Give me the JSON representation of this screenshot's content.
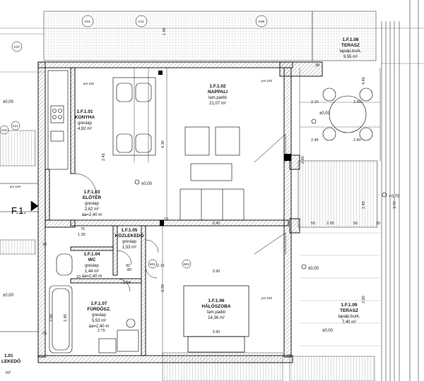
{
  "rooms": {
    "konyha": {
      "code": "1.F.1.01",
      "name": "KONYHA",
      "floor": "greslap",
      "area": "4,92 m²"
    },
    "nappali": {
      "code": "1.F.1.02",
      "name": "NAPPALI",
      "floor": "lam.padló",
      "area": "21,07 m²"
    },
    "eloter": {
      "code": "1.F.1.03",
      "name": "ELŐTÉR",
      "floor": "greslap",
      "area": "2,62 m²",
      "height": "áa=2,40 m"
    },
    "wc": {
      "code": "1.F.1.04",
      "name": "WC",
      "floor": "greslap",
      "area": "1,44 m²",
      "height": "áa=2,40 m"
    },
    "kozl": {
      "code": "1.F.1.05",
      "name": "KÖZLEKEDŐ",
      "floor": "greslap",
      "area": "1,53 m²"
    },
    "haloszoba": {
      "code": "1.F.1.06",
      "name": "HÁLÓSZOBA",
      "floor": "lam.padló",
      "area": "14,36 m²"
    },
    "furdo": {
      "code": "1.F.1.07",
      "name": "FÜRDŐSZ.",
      "floor": "greslap",
      "area": "5,53 m²",
      "height": "áa=2,40 m"
    },
    "terasz1": {
      "code": "1.F.1.08",
      "name": "TERASZ",
      "floor": "lapalp.burk.",
      "area": "9,55 m²"
    },
    "terasz2": {
      "code": "1.F.1.09",
      "name": "TERASZ",
      "floor": "lapalp.burk.",
      "area": "7,40 m²"
    },
    "left": {
      "code": "1.01",
      "name": "LEKEDŐ",
      "area": "m²"
    }
  },
  "levels": {
    "level_a": "±0,00",
    "level_b": "±0,00",
    "level_c": "±0,00",
    "level_d": "±0,00",
    "level_e": "+0,70",
    "level_f": "±0,00",
    "level_g": "±0,00"
  },
  "axis_label": "F.1.",
  "markers": [
    "K01",
    "K11",
    "K06",
    "K07",
    "K02",
    "K21",
    "B01",
    "B02",
    "pm.100",
    "pm.100",
    "pm.100",
    "pm.100"
  ],
  "dims": {
    "h_390a": "3.90",
    "h_390b": "3.90",
    "h_390c": "3.90",
    "v_430": "4.30",
    "v_370a": "3.70",
    "v_370b": "3.70",
    "v_240": "2.40",
    "v_290": "2.90",
    "v_440": "4.40",
    "v_189": "1.89",
    "v_190": "1.90",
    "v_200": "2.00",
    "v_245": "2.45",
    "v_260": "2.60",
    "d_10a": "10",
    "d_10b": "10",
    "d_10c": "10",
    "d_30a": "30",
    "d_30b": "30",
    "d_25": "25",
    "d_245": "2.45",
    "d_210": "2.10",
    "d_240a": "2.40",
    "d_240b": "2.40",
    "d_205": "2.05",
    "d_275": "2.75",
    "d_135": "1.35",
    "d_150": "1.50",
    "d_55": "55",
    "d_50": "50",
    "d_38": "38",
    "d_90": "90",
    "d_80": "80",
    "d_75": "75",
    "d_215": "2.15"
  }
}
